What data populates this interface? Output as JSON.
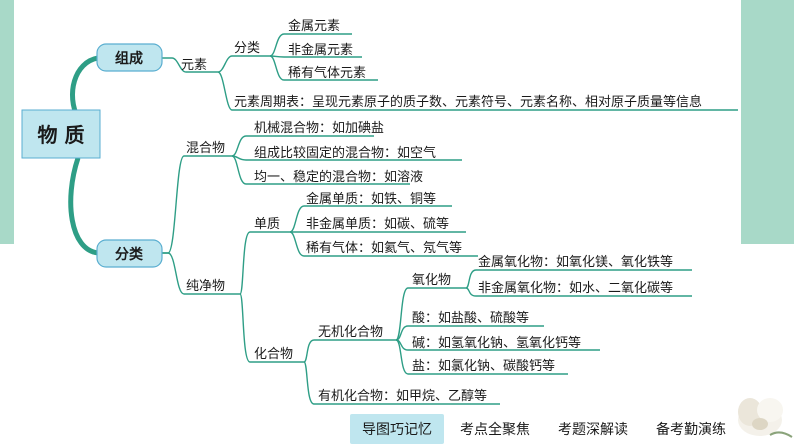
{
  "root": {
    "label": "物 质"
  },
  "nodes": {
    "zucheng": "组成",
    "fenlei": "分类",
    "yuansu": "元素",
    "fenlei2": "分类",
    "jinshu_ys": "金属元素",
    "feijinshu_ys": "非金属元素",
    "xiyou_ys": "稀有气体元素",
    "zhouqibiao": "元素周期表：呈现元素原子的质子数、元素符号、元素名称、相对原子质量等信息",
    "hunhewu": "混合物",
    "jixie": "机械混合物：如加碘盐",
    "zucheng_gd": "组成比较固定的混合物：如空气",
    "junyi": "均一、稳定的混合物：如溶液",
    "chunjingwu": "纯净物",
    "danzhi": "单质",
    "jinshu_dz": "金属单质：如铁、铜等",
    "feijinshu_dz": "非金属单质：如碳、硫等",
    "xiyou_qt": "稀有气体：如氦气、氖气等",
    "huahewu": "化合物",
    "wuji": "无机化合物",
    "yanghuawu": "氧化物",
    "jinshu_yhw": "金属氧化物：如氧化镁、氧化铁等",
    "feijinshu_yhw": "非金属氧化物：如水、二氧化碳等",
    "suan": "酸：如盐酸、硫酸等",
    "jian": "碱：如氢氧化钠、氢氧化钙等",
    "yan": "盐：如氯化钠、碳酸钙等",
    "youji": "有机化合物：如甲烷、乙醇等"
  },
  "nav": {
    "item1": "导图巧记忆",
    "item2": "考点全聚焦",
    "item3": "考题深解读",
    "item4": "备考勤演练"
  },
  "colors": {
    "background": "#a8d9c8",
    "branch_line": "#2e9e86",
    "box_fill": "#bfe6ef",
    "box_border": "#5aaed0",
    "nav_active": "#bfe6ef"
  }
}
